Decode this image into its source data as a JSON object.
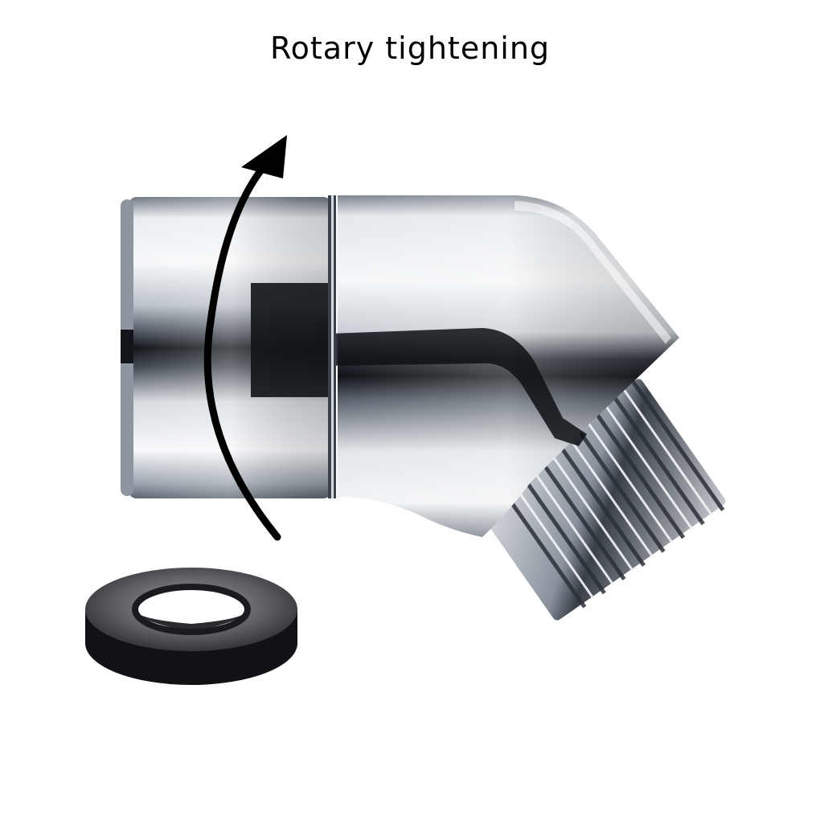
{
  "caption": {
    "text": "Rotary tightening"
  },
  "illustration": {
    "subject": "chrome-angled-swivel-connector",
    "accessory": "black-rubber-washer",
    "indicator": "rotation-arrow-icon"
  },
  "colors": {
    "background": "#ffffff",
    "text": "#000000",
    "chrome_light": "#f2f4f6",
    "chrome_dark": "#14171c",
    "washer": "#1c1d20",
    "arrow": "#000000"
  }
}
